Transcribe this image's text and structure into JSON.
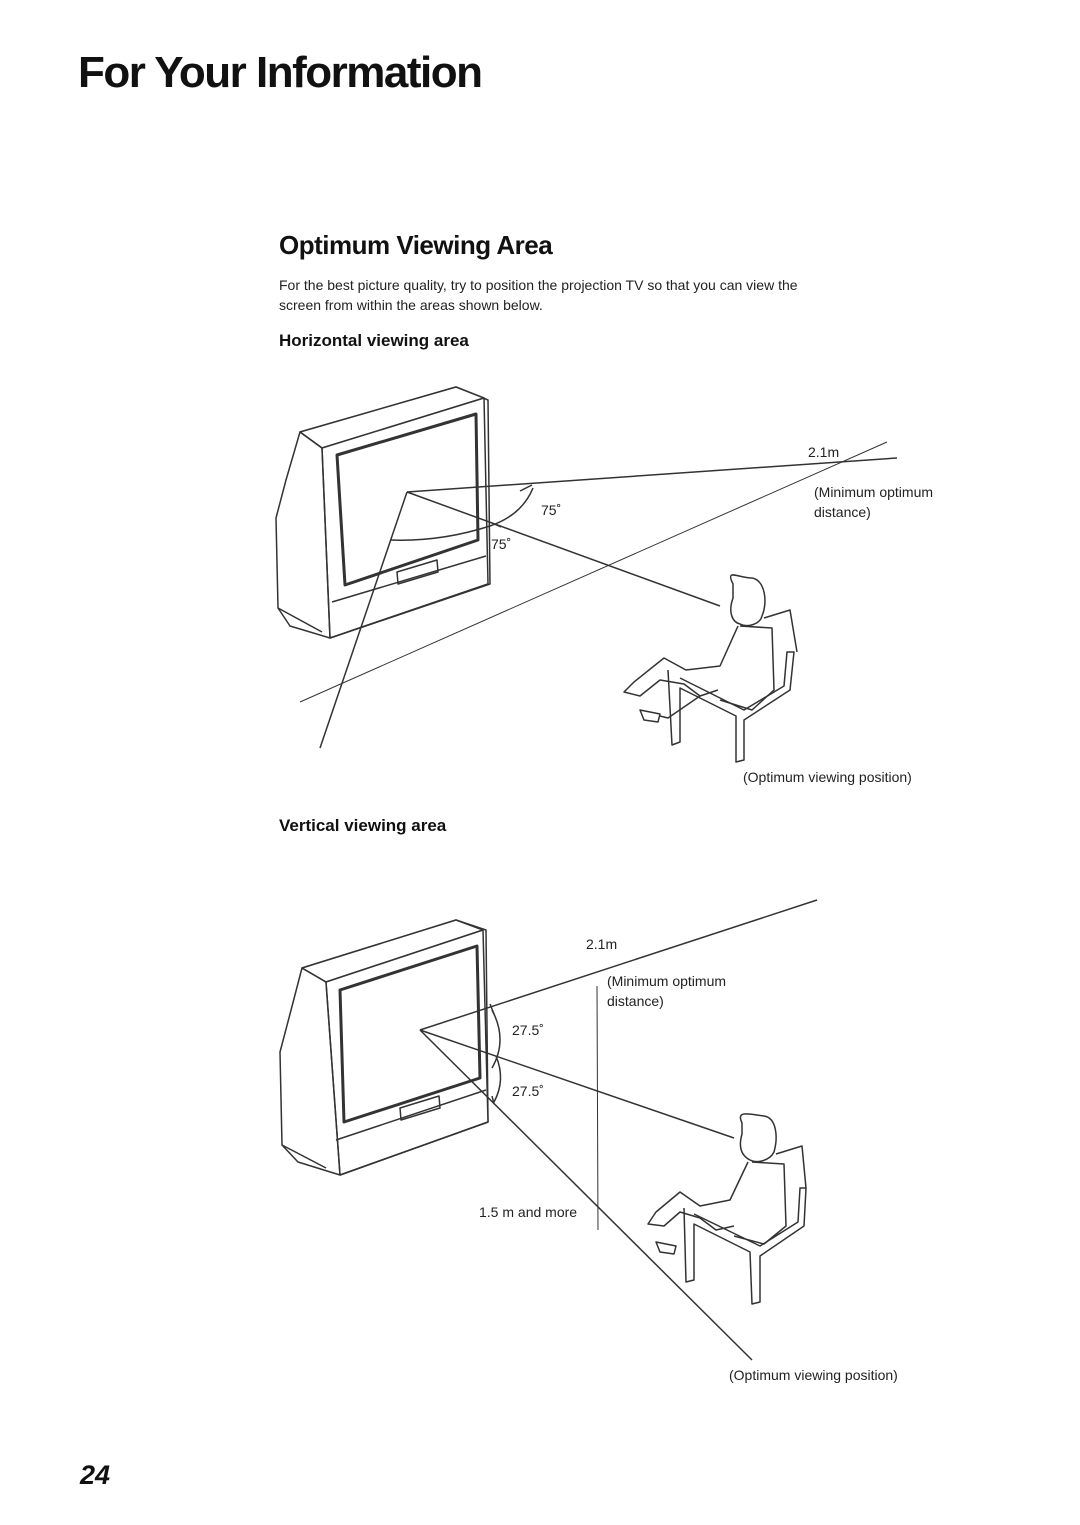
{
  "page": {
    "title": "For Your Information",
    "number": "24"
  },
  "section": {
    "title": "Optimum Viewing Area",
    "intro": "For the best picture quality, try to position the projection TV so that you can view the screen from within the areas shown below."
  },
  "horizontal": {
    "heading": "Horizontal viewing area",
    "distance": "2.1m",
    "distance_note_line1": "(Minimum optimum",
    "distance_note_line2": "distance)",
    "angle_right": "75˚",
    "angle_left": "75˚",
    "position_label": "(Optimum viewing position)"
  },
  "vertical": {
    "heading": "Vertical viewing area",
    "distance": "2.1m",
    "distance_note_line1": "(Minimum optimum",
    "distance_note_line2": "distance)",
    "angle_top": "27.5˚",
    "angle_bottom": "27.5˚",
    "height_label": "1.5 m and more",
    "position_label": "(Optimum viewing position)"
  }
}
